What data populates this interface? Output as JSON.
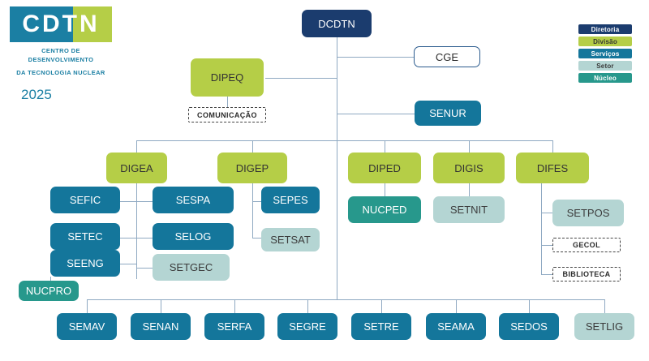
{
  "logo": {
    "letters": "CDTN",
    "subtitle_line1": "CENTRO DE DESENVOLVIMENTO",
    "subtitle_line2": "DA TECNOLOGIA NUCLEAR",
    "year": "2025"
  },
  "legend": {
    "items": [
      {
        "label": "Diretoria",
        "color": "#1b3c6e"
      },
      {
        "label": "Divisão",
        "color": "#b5ce47"
      },
      {
        "label": "Serviços",
        "color": "#14769b"
      },
      {
        "label": "Setor",
        "color": "#b4d5d3"
      },
      {
        "label": "Núcleo",
        "color": "#27988c"
      }
    ]
  },
  "nodes": {
    "root": "DCDTN",
    "cge": "CGE",
    "senur": "SENUR",
    "dipeq": "DIPEQ",
    "comunicacao": "COMUNICAÇÃO",
    "digea": "DIGEA",
    "digep": "DIGEP",
    "diped": "DIPED",
    "digis": "DIGIS",
    "difes": "DIFES",
    "sefic": "SEFIC",
    "sespa": "SESPA",
    "sepes": "SEPES",
    "setec": "SETEC",
    "selog": "SELOG",
    "setsat": "SETSAT",
    "seeng": "SEENG",
    "setgec": "SETGEC",
    "nucpro": "NUCPRO",
    "nucped": "NUCPED",
    "setnit": "SETNIT",
    "setpos": "SETPOS",
    "gecol": "GECOL",
    "biblioteca": "BIBLIOTECA",
    "semav": "SEMAV",
    "senan": "SENAN",
    "serfa": "SERFA",
    "segre": "SEGRE",
    "setre": "SETRE",
    "seama": "SEAMA",
    "sedos": "SEDOS",
    "setlig": "SETLIG"
  }
}
